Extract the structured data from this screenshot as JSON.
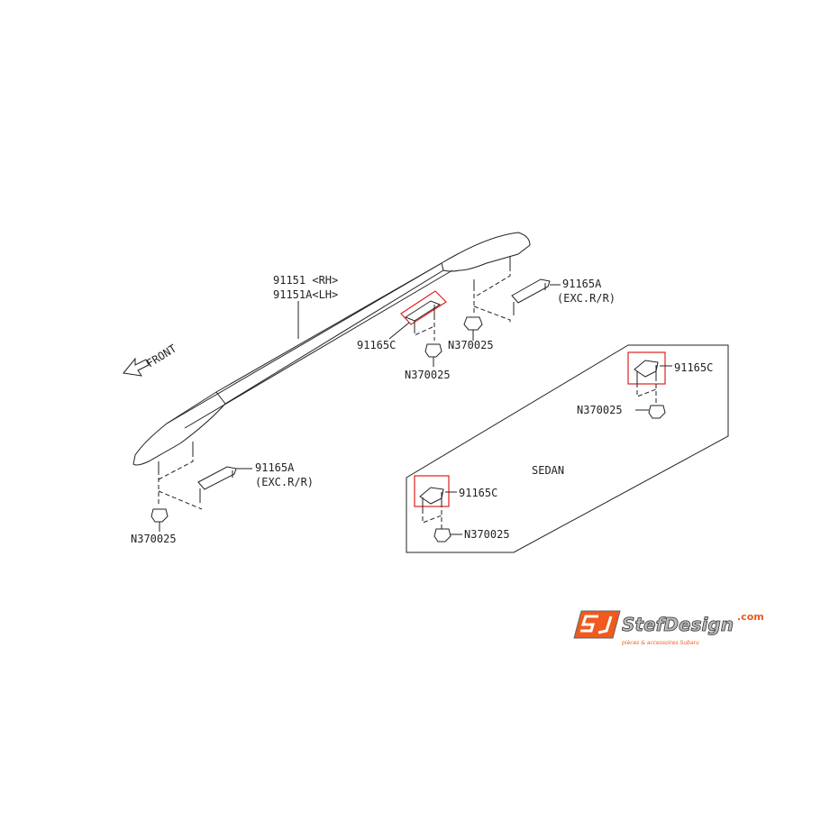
{
  "diagram": {
    "rail_label_rh": "91151 <RH>",
    "rail_label_lh": "91151A<LH>",
    "front_label": "FRONT",
    "labels": {
      "clip_center": "91165C",
      "nut_center": "N370025",
      "nut_rear": "N370025",
      "bracket_rear": "91165A",
      "bracket_rear_note": "(EXC.R/R)",
      "bracket_front": "91165A",
      "bracket_front_note": "(EXC.R/R)",
      "nut_front": "N370025"
    },
    "sedan": {
      "title": "SEDAN",
      "clip_upper": "91165C",
      "nut_upper": "N370025",
      "clip_lower": "91165C",
      "nut_lower": "N370025"
    },
    "highlight_color": "#e02020"
  },
  "logo": {
    "name": "StefDesign",
    "suffix": ".com",
    "tagline": "pièces & accessoires Subaru",
    "accent_color": "#f05a1e"
  }
}
